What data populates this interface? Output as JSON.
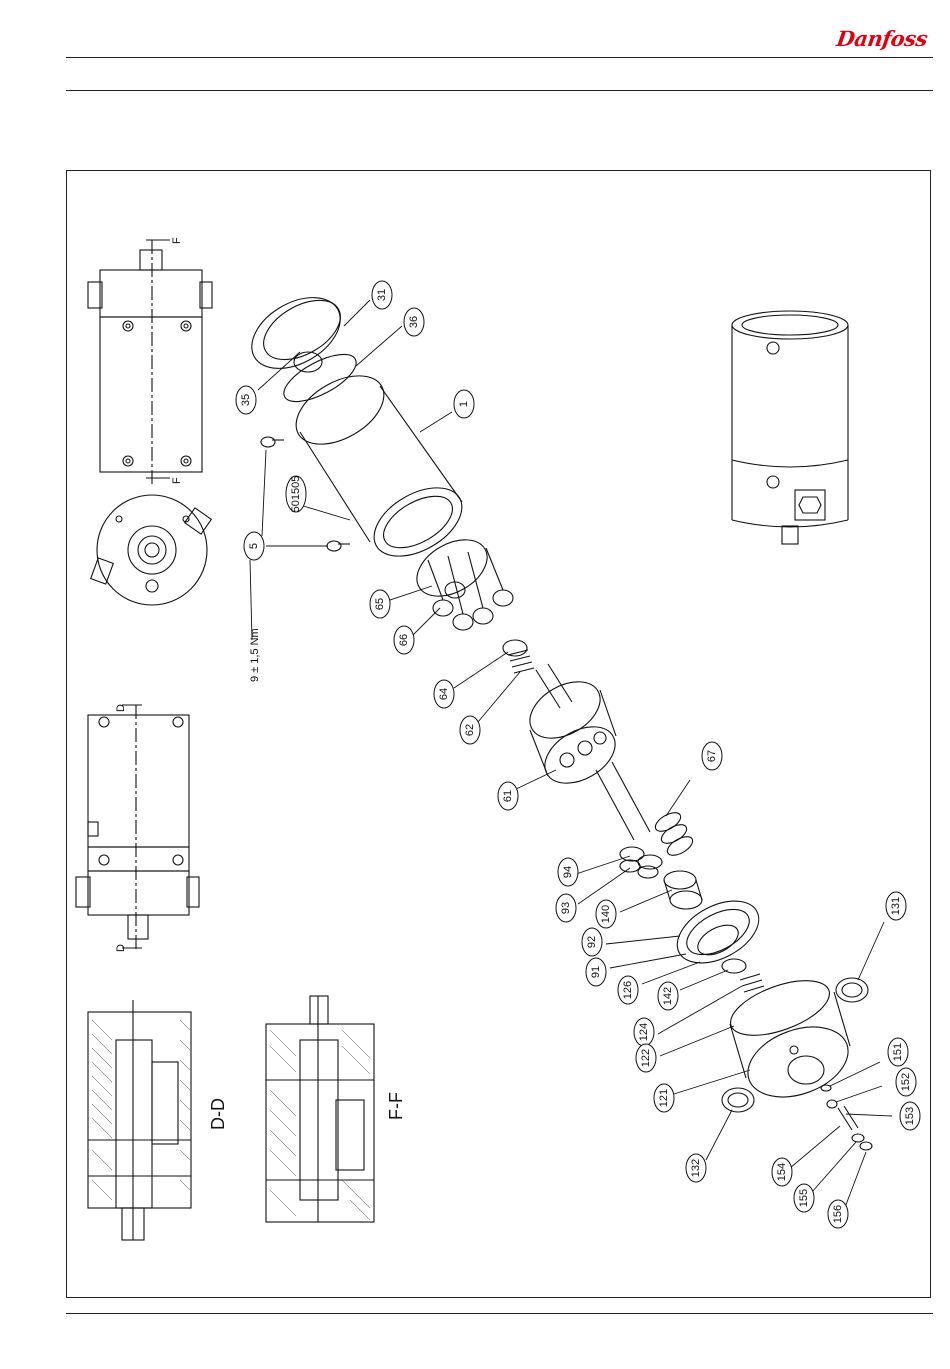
{
  "brand": {
    "logo_text": "Danfoss",
    "color": "#e2000f"
  },
  "section_labels": {
    "dd": "D-D",
    "ff": "F-F"
  },
  "cut_marks": {
    "f_top": "F",
    "f_bottom": "F",
    "d_top": "D",
    "d_bottom": "D"
  },
  "torque_note": "9 ± 1,5 Nm",
  "part_callouts": [
    "31",
    "36",
    "35",
    "1",
    "501505",
    "5",
    "65",
    "66",
    "64",
    "62",
    "61",
    "67",
    "94",
    "93",
    "140",
    "92",
    "91",
    "126",
    "142",
    "124",
    "122",
    "121",
    "131",
    "132",
    "151",
    "152",
    "153",
    "154",
    "155",
    "156"
  ]
}
